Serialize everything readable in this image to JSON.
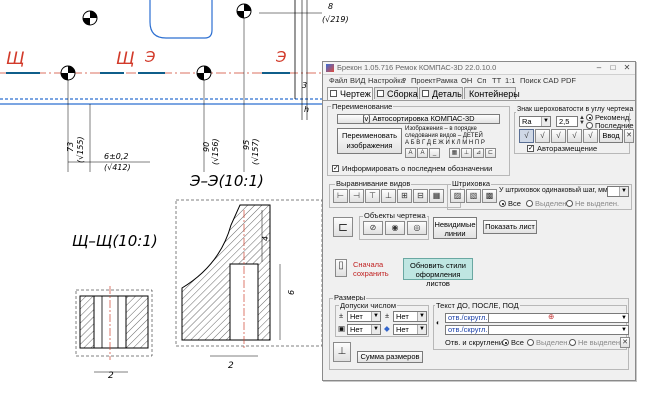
{
  "drawing": {
    "section_sch": "Щ",
    "section_e": "Э",
    "dim_73": "73",
    "dim_v155": "(√155)",
    "dim_6_02": "6±0,2",
    "dim_v412": "(√412)",
    "dim_90": "90",
    "dim_v156": "(√156)",
    "dim_95": "95",
    "dim_v157": "(√157)",
    "dim_8": "8",
    "dim_v219": "(√219)",
    "dim_3": "3",
    "dim_h": "h",
    "view_e_title": "Э–Э(10:1)",
    "view_sch_title": "Щ–Щ(10:1)",
    "dim_4": "4",
    "dim_6": "6",
    "dim_2a": "2",
    "dim_2b": "2"
  },
  "window": {
    "title": "Брекон 1.05.716   Ремок   КОМПАС-3D 22.0.10.0",
    "menu": [
      "Файл",
      "ВИД",
      "Настройка",
      "?",
      "Проект",
      "Рамка",
      "ОН",
      "Сп",
      "ТТ",
      "1:1",
      "Поиск",
      "CAD",
      "PDF"
    ],
    "tabs": [
      "Чертеж",
      "Сборка",
      "Деталь",
      "Контейнеры"
    ]
  },
  "rename": {
    "group": "Переименование",
    "autosort": "[v] Автосортировка КОМПАС-3D",
    "rename_btn": "Переименовать изображения",
    "order_text": "Изображения – в порядке следования видов – ДЕТЕЙ",
    "letters": "А Б В Г Д Е Ж И К Л М Н П Р",
    "inform_check": "✓",
    "inform": "Информировать о последнем обозначении"
  },
  "rough": {
    "group": "Знак шероховатости в углу чертежа",
    "param": "Ra",
    "value": "2,5",
    "recommended": "Рекоменд.",
    "last": "Последние",
    "enter_btn": "Ввод",
    "auto_check": "✓",
    "auto": "Авторазмещение"
  },
  "align": {
    "group": "Выравнивание видов"
  },
  "hatch": {
    "group": "Штриховка",
    "step_label": "У штриховок одинаковый шаг, мм",
    "all": "Все",
    "selected": "Выделен.",
    "not_selected": "Не выделен."
  },
  "objects": {
    "group": "Объекты чертежа",
    "invisible_btn": "Невидимые линии",
    "show_sheet_btn": "Показать лист"
  },
  "styles": {
    "first_save": "Сначала сохранить",
    "update_btn": "Обновить стили оформления листов"
  },
  "dims": {
    "group": "Размеры",
    "tol_group": "Допуски числом",
    "opt1": "Нет",
    "opt2": "Нет",
    "opt3": "Нет",
    "opt4": "Нет",
    "text_group": "Текст ДО, ПОСЛЕ, ПОД",
    "field1": "отв./скругл.",
    "field2": "отв./скругл.",
    "holes_label": "Отв. и скругления",
    "all": "Все",
    "selected": "Выделен.",
    "not_selected": "Не выделен.",
    "sum_btn": "Сумма размеров"
  }
}
